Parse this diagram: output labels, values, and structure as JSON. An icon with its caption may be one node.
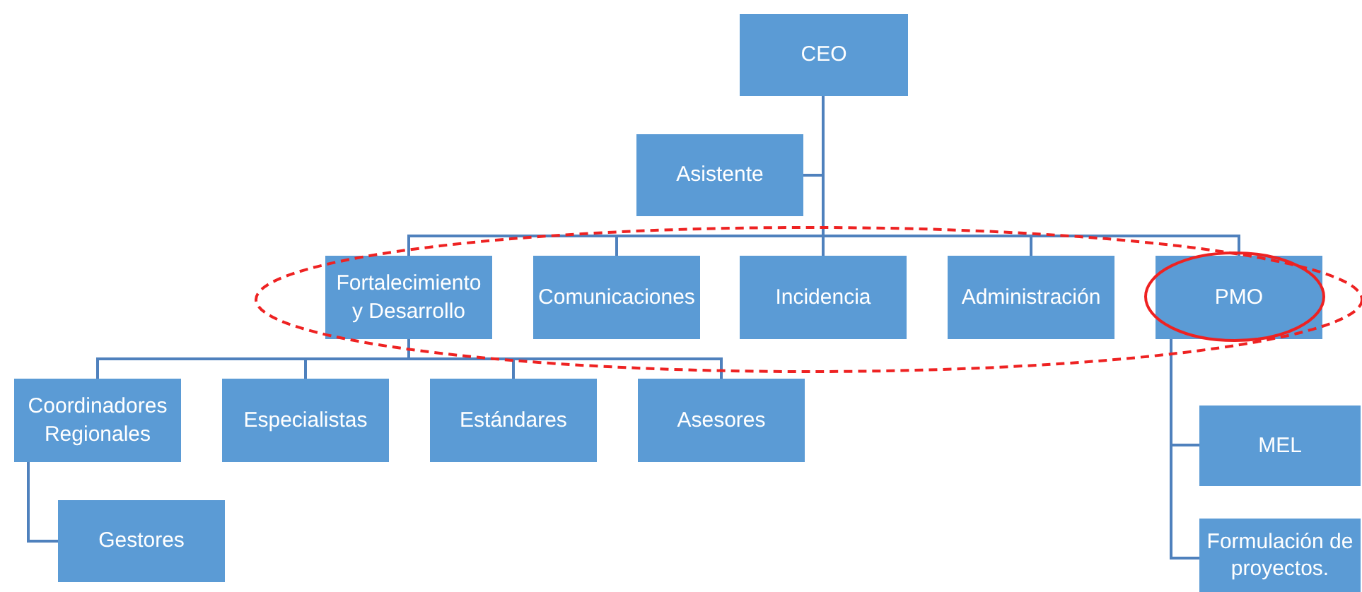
{
  "diagram": {
    "nodes": [
      {
        "text": [
          "CEO"
        ]
      },
      {
        "text": [
          "Asistente"
        ]
      },
      {
        "text": [
          "Fortalecimiento y Desarrollo"
        ]
      },
      {
        "text": [
          "Comunicaciones"
        ]
      },
      {
        "text": [
          "Incidencia"
        ]
      },
      {
        "text": [
          "Administración"
        ]
      },
      {
        "text": [
          "PMO"
        ]
      },
      {
        "text": [
          "Coordinadores Regionales"
        ]
      },
      {
        "text": [
          "Especialistas"
        ]
      },
      {
        "text": [
          "Estándares"
        ]
      },
      {
        "text": [
          "Asesores"
        ]
      },
      {
        "text": [
          "Gestores"
        ]
      },
      {
        "text": [
          "MEL"
        ]
      },
      {
        "text": [
          "Formulación de proyectos."
        ]
      }
    ],
    "edges": [
      {
        "from": 0,
        "to": 1,
        "arrow": "none"
      },
      {
        "from": 0,
        "to": 2,
        "arrow": "none"
      },
      {
        "from": 0,
        "to": 3,
        "arrow": "none"
      },
      {
        "from": 0,
        "to": 4,
        "arrow": "none"
      },
      {
        "from": 0,
        "to": 5,
        "arrow": "none"
      },
      {
        "from": 0,
        "to": 6,
        "arrow": "none"
      },
      {
        "from": 2,
        "to": 7,
        "arrow": "none"
      },
      {
        "from": 2,
        "to": 8,
        "arrow": "none"
      },
      {
        "from": 2,
        "to": 9,
        "arrow": "none"
      },
      {
        "from": 2,
        "to": 10,
        "arrow": "none"
      },
      {
        "from": 7,
        "to": 11,
        "arrow": "none"
      },
      {
        "from": 6,
        "to": 12,
        "arrow": "none"
      },
      {
        "from": 6,
        "to": 13,
        "arrow": "none"
      }
    ]
  }
}
